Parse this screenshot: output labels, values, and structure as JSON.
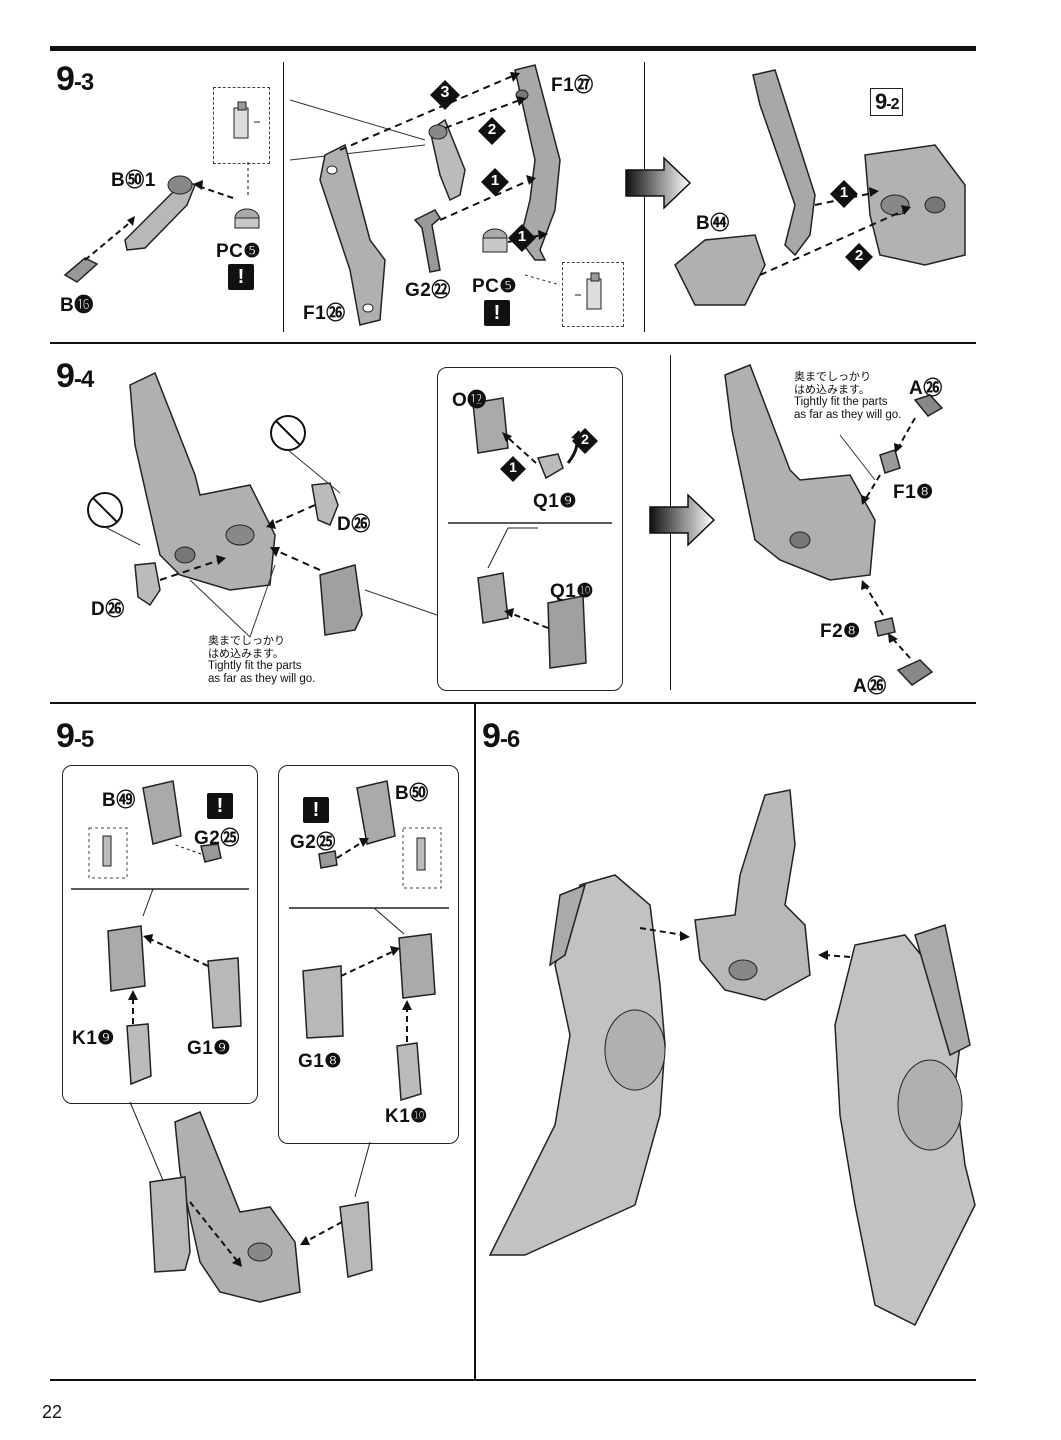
{
  "page_number": "22",
  "steps": {
    "s93": {
      "main": "9",
      "sub": "-3"
    },
    "s92": {
      "main": "9",
      "sub": "-2"
    },
    "s94": {
      "main": "9",
      "sub": "-4"
    },
    "s95": {
      "main": "9",
      "sub": "-5"
    },
    "s96": {
      "main": "9",
      "sub": "-6"
    }
  },
  "parts_93": {
    "b51": "B㊿1",
    "pc5a": "PC❺",
    "b16": "B⓰",
    "f127": "F1㉗",
    "f126": "F1㉖",
    "g222": "G2㉒",
    "pc5b": "PC❺",
    "b44": "B㊹"
  },
  "parts_94": {
    "d26a": "D㉖",
    "d26b": "D㉖",
    "o12": "O⓬",
    "q19": "Q1❾",
    "q110": "Q1❿",
    "a26a": "A㉖",
    "f18": "F1❽",
    "f28": "F2❽",
    "a26b": "A㉖"
  },
  "parts_95": {
    "b49": "B㊾",
    "g225a": "G2㉕",
    "b50": "B㊿",
    "g225b": "G2㉕",
    "k19": "K1❾",
    "g19": "G1❾",
    "g18": "G1❽",
    "k110": "K1❿"
  },
  "notes": {
    "jp_line1": "奥までしっかり",
    "jp_line2": "はめ込みます。",
    "en_line1": "Tightly fit the parts",
    "en_line2": "as far as they will go."
  },
  "order_marks": {
    "one": "1",
    "two": "2",
    "three": "3"
  },
  "warning_mark": "!",
  "colors": {
    "ink": "#111111",
    "part_fill": "#b8b8b8",
    "part_dark": "#7a7a7a"
  }
}
